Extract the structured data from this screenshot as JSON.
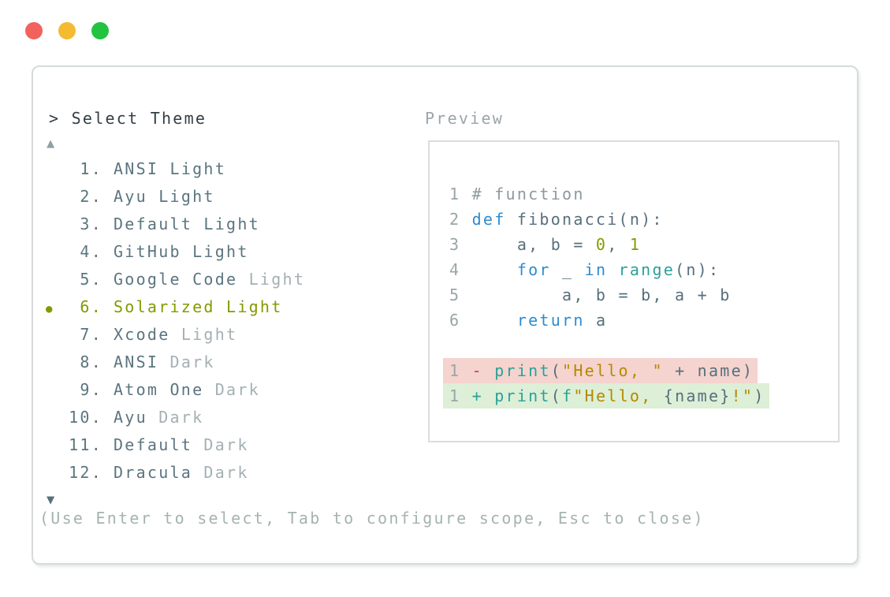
{
  "palette": {
    "trafficRed": "#f2625c",
    "trafficYellow": "#f4ba31",
    "trafficGreen": "#22c340",
    "titleText": "#333e44",
    "itemText": "#5b7580",
    "itemDimText": "#a4b0b3",
    "selectedText": "#859900",
    "upArrow": "#90a0a3",
    "downArrow": "#57707c",
    "helpText": "#a5b3b1",
    "lineNumber": "#9aa5a9",
    "comment": "#8e989d",
    "keyword": "#2e8bd0",
    "builtin": "#2aa198",
    "string": "#b58900",
    "number": "#859900",
    "code": "#56707c",
    "diffMinus": "#dc3a32",
    "diffPlus": "#2aa198",
    "removedBg": "#f5d3cf",
    "addedBg": "#ddefd7"
  },
  "traffic_lights": [
    {
      "name": "close",
      "role": "trafficRed"
    },
    {
      "name": "minimize",
      "role": "trafficYellow"
    },
    {
      "name": "zoom",
      "role": "trafficGreen"
    }
  ],
  "selector": {
    "prompt": "> Select Theme",
    "up_arrow": "▲",
    "down_arrow": "▼",
    "bullet": "●",
    "themes": [
      {
        "n": "1",
        "name": "ANSI",
        "variant": "Light",
        "dim": false,
        "selected": false
      },
      {
        "n": "2",
        "name": "Ayu",
        "variant": "Light",
        "dim": false,
        "selected": false
      },
      {
        "n": "3",
        "name": "Default",
        "variant": "Light",
        "dim": false,
        "selected": false
      },
      {
        "n": "4",
        "name": "GitHub",
        "variant": "Light",
        "dim": false,
        "selected": false
      },
      {
        "n": "5",
        "name": "Google Code",
        "variant": "Light",
        "dim": true,
        "selected": false
      },
      {
        "n": "6",
        "name": "Solarized",
        "variant": "Light",
        "dim": false,
        "selected": true
      },
      {
        "n": "7",
        "name": "Xcode",
        "variant": "Light",
        "dim": true,
        "selected": false
      },
      {
        "n": "8",
        "name": "ANSI",
        "variant": "Dark",
        "dim": true,
        "selected": false
      },
      {
        "n": "9",
        "name": "Atom One",
        "variant": "Dark",
        "dim": true,
        "selected": false
      },
      {
        "n": "10",
        "name": "Ayu",
        "variant": "Dark",
        "dim": true,
        "selected": false
      },
      {
        "n": "11",
        "name": "Default",
        "variant": "Dark",
        "dim": true,
        "selected": false
      },
      {
        "n": "12",
        "name": "Dracula",
        "variant": "Dark",
        "dim": true,
        "selected": false
      }
    ],
    "help_text": "(Use Enter to select, Tab to configure scope, Esc to close)"
  },
  "preview": {
    "label": "Preview",
    "code_lines": [
      {
        "no": "1",
        "segs": [
          {
            "t": "# function",
            "r": "comment"
          }
        ]
      },
      {
        "no": "2",
        "segs": [
          {
            "t": "def",
            "r": "keyword"
          },
          {
            "t": " fibonacci(n):",
            "r": "code"
          }
        ]
      },
      {
        "no": "3",
        "segs": [
          {
            "t": "    a, b = ",
            "r": "code"
          },
          {
            "t": "0",
            "r": "number"
          },
          {
            "t": ", ",
            "r": "code"
          },
          {
            "t": "1",
            "r": "number"
          }
        ]
      },
      {
        "no": "4",
        "segs": [
          {
            "t": "    ",
            "r": "code"
          },
          {
            "t": "for",
            "r": "keyword"
          },
          {
            "t": " _ ",
            "r": "code"
          },
          {
            "t": "in",
            "r": "keyword"
          },
          {
            "t": " ",
            "r": "code"
          },
          {
            "t": "range",
            "r": "builtin"
          },
          {
            "t": "(n):",
            "r": "code"
          }
        ]
      },
      {
        "no": "5",
        "segs": [
          {
            "t": "        a, b = b, a + b",
            "r": "code"
          }
        ]
      },
      {
        "no": "6",
        "segs": [
          {
            "t": "    ",
            "r": "code"
          },
          {
            "t": "return",
            "r": "keyword"
          },
          {
            "t": " a",
            "r": "code"
          }
        ]
      }
    ],
    "diff_lines": [
      {
        "no": "1",
        "kind": "removed",
        "segs": [
          {
            "t": "- ",
            "r": "diffMinus"
          },
          {
            "t": "print",
            "r": "builtin"
          },
          {
            "t": "(",
            "r": "code"
          },
          {
            "t": "\"Hello, \"",
            "r": "string"
          },
          {
            "t": " + name)",
            "r": "code"
          }
        ]
      },
      {
        "no": "1",
        "kind": "added",
        "segs": [
          {
            "t": "+ ",
            "r": "diffPlus"
          },
          {
            "t": "print",
            "r": "builtin"
          },
          {
            "t": "(",
            "r": "code"
          },
          {
            "t": "f",
            "r": "builtin"
          },
          {
            "t": "\"Hello, ",
            "r": "string"
          },
          {
            "t": "{name}",
            "r": "code"
          },
          {
            "t": "!\"",
            "r": "string"
          },
          {
            "t": ")",
            "r": "code"
          }
        ]
      }
    ]
  }
}
